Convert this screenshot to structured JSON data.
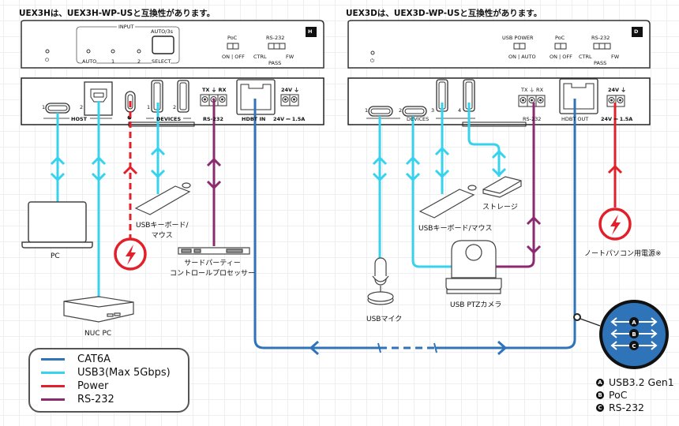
{
  "colors": {
    "cat6a": "#2f73b9",
    "usb3": "#37d3ee",
    "power": "#e3202a",
    "rs232": "#8b2a6e"
  },
  "transmitter": {
    "caption": "UEX3Hは、UEX3H-WP-USと互換性があります。",
    "badge": "H",
    "front": {
      "input_label": "INPUT",
      "auto3s_label": "AUTO/3s",
      "select_label": "SELECT",
      "led_labels": [
        "AUTO",
        "1",
        "2"
      ],
      "power_icon": "power-icon",
      "poc_label": "PoC",
      "poc_switch": "ON | OFF",
      "rs232_label": "RS-232",
      "ctrl": "CTRL",
      "fw": "FW",
      "pass": "PASS"
    },
    "rear": {
      "host_label": "HOST",
      "host_ports": [
        "1",
        "2"
      ],
      "devices_label": "DEVICES",
      "device_ports": [
        "1",
        "2"
      ],
      "rs232_pins": "TX ⏚ RX",
      "rs232_label": "RS-232",
      "hdbt_label": "HDBT IN",
      "power_pins": "24V ⏚",
      "power_label": "24V ⎓ 1.5A"
    }
  },
  "receiver": {
    "caption": "UEX3Dは、UEX3D-WP-USと互換性があります。",
    "badge": "D",
    "front": {
      "usb_power_label": "USB POWER",
      "usb_power_switch": "ON | AUTO",
      "poc_label": "PoC",
      "poc_switch": "ON | OFF",
      "rs232_label": "RS-232",
      "ctrl": "CTRL",
      "fw": "FW",
      "pass": "PASS"
    },
    "rear": {
      "devices_label": "DEVICES",
      "device_ports": [
        "1",
        "2",
        "3",
        "4"
      ],
      "rs232_pins": "TX ⏚ RX",
      "rs232_label": "RS-232",
      "hdbt_label": "HDBT OUT",
      "power_pins": "24V ⏚",
      "power_label": "24V ⎓ 1.5A"
    }
  },
  "devices": {
    "pc": "PC",
    "nuc": "NUC PC",
    "keyboard_tx": "USBキーボード/\nマウス",
    "controller": "サードパーティー\nコントロールプロセッサー",
    "storage": "ストレージ",
    "keyboard_rx": "USBキーボード/マウス",
    "mic": "USBマイク",
    "camera": "USB PTZカメラ",
    "laptop_power": "ノートパソコン用電源※"
  },
  "legend": [
    {
      "label": "CAT6A",
      "color": "#2f73b9"
    },
    {
      "label": "USB3(Max 5Gbps)",
      "color": "#37d3ee"
    },
    {
      "label": "Power",
      "color": "#e3202a"
    },
    {
      "label": "RS-232",
      "color": "#8b2a6e"
    }
  ],
  "cable_contents": [
    {
      "key": "A",
      "label": "USB3.2 Gen1"
    },
    {
      "key": "B",
      "label": "PoC"
    },
    {
      "key": "C",
      "label": "RS-232"
    }
  ]
}
